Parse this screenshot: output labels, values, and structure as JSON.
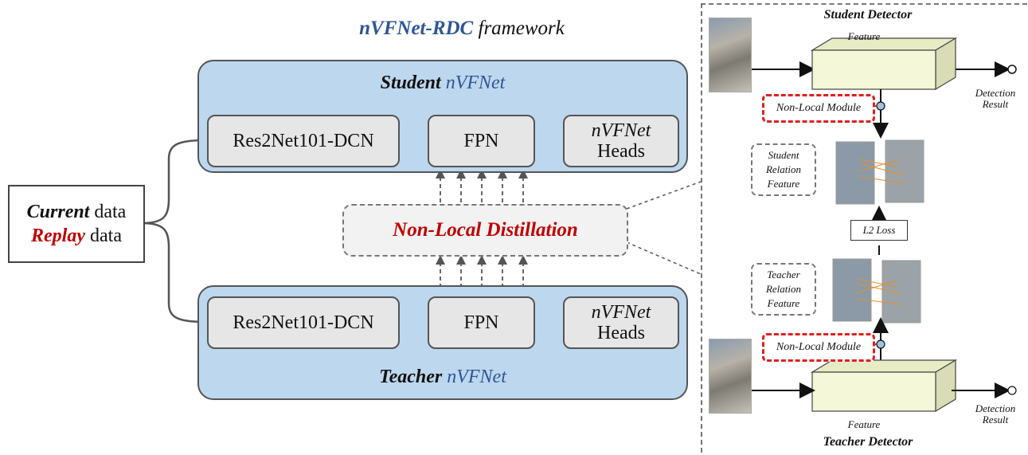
{
  "title": {
    "bold_part": "nVFNet-RDC",
    "rest": "framework"
  },
  "student": {
    "bold": "Student",
    "name": "nVFNet"
  },
  "teacher": {
    "bold": "Teacher",
    "name": "nVFNet"
  },
  "nodes": {
    "backbone": "Res2Net101-DCN",
    "fpn": "FPN",
    "heads_line1": "nVFNet",
    "heads_line2": "Heads"
  },
  "data_input": {
    "current_bold": "Current",
    "current_rest": "data",
    "replay_bold": "Replay",
    "replay_rest": "data"
  },
  "distillation": "Non-Local Distillation",
  "right_panel": {
    "student_detector": "Student Detector",
    "teacher_detector": "Teacher Detector",
    "feature": "Feature",
    "detection_result_line1": "Detection",
    "detection_result_line2": "Result",
    "non_local_module": "Non-Local Module",
    "student_relation": [
      "Student",
      "Relation",
      "Feature"
    ],
    "teacher_relation": [
      "Teacher",
      "Relation",
      "Feature"
    ],
    "l2_loss": "L2 Loss"
  },
  "colors": {
    "box_fill": "#bdd7ee",
    "node_fill": "#e6e6e6",
    "accent_blue": "#2e5597",
    "accent_red": "#c00000"
  }
}
